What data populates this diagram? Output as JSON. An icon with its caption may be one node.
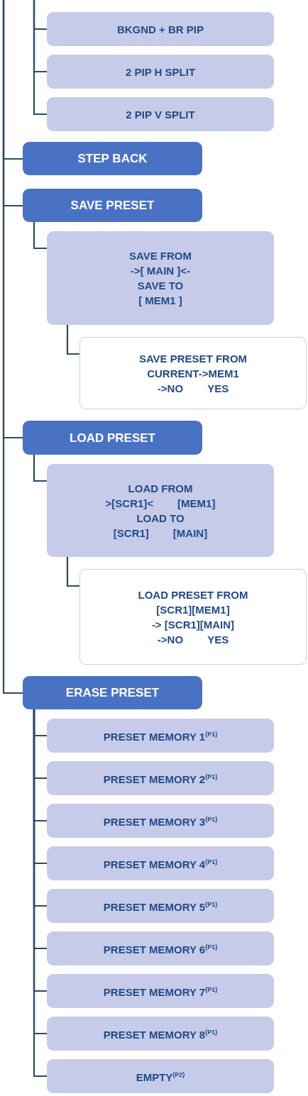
{
  "diagram": {
    "nodes": [
      {
        "text": [
          "BKGND + BR PIP"
        ]
      },
      {
        "text": [
          "2 PIP H SPLIT"
        ]
      },
      {
        "text": [
          "2 PIP V SPLIT"
        ]
      },
      {
        "text": [
          "STEP BACK"
        ]
      },
      {
        "text": [
          "SAVE PRESET"
        ]
      },
      {
        "text": [
          "SAVE FROM",
          "->[ MAIN ]<-",
          "SAVE TO",
          "[ MEM1 ]"
        ]
      },
      {
        "text": [
          "SAVE PRESET FROM",
          "CURRENT->MEM1",
          "->NO",
          "YES"
        ]
      },
      {
        "text": [
          "LOAD PRESET"
        ]
      },
      {
        "text": [
          "LOAD FROM",
          ">[SCR1]<",
          "[MEM1]",
          "LOAD TO",
          "[SCR1]",
          "[MAIN]"
        ]
      },
      {
        "text": [
          "LOAD PRESET FROM",
          "[SCR1][MEM1]",
          "-> [SCR1][MAIN]",
          "->NO",
          "YES"
        ]
      },
      {
        "text": [
          "ERASE PRESET"
        ]
      },
      {
        "text": [
          "PRESET MEMORY 1$^{(P1)}$"
        ]
      },
      {
        "text": [
          "PRESET MEMORY 2$^{(P1)}$"
        ]
      },
      {
        "text": [
          "PRESET MEMORY 3$^{(P1)}$"
        ]
      },
      {
        "text": [
          "PRESET MEMORY 4$^{(P1)}$"
        ]
      },
      {
        "text": [
          "PRESET MEMORY 5$^{(P1)}$"
        ]
      },
      {
        "text": [
          "PRESET MEMORY 6$^{(P1)}$"
        ]
      },
      {
        "text": [
          "PRESET MEMORY 7$^{(P1)}$"
        ]
      },
      {
        "text": [
          "PRESET MEMORY 8$^{(P1)}$"
        ]
      },
      {
        "text": [
          "EMPTY$^{(P2)}$"
        ]
      }
    ],
    "edges": [
      {
        "from": null,
        "to": 0,
        "arrow": "none"
      },
      {
        "from": null,
        "to": 1,
        "arrow": "none"
      },
      {
        "from": null,
        "to": 2,
        "arrow": "none"
      },
      {
        "from": null,
        "to": 3,
        "arrow": "none"
      },
      {
        "from": null,
        "to": 4,
        "arrow": "none"
      },
      {
        "from": 4,
        "to": 5,
        "arrow": "none"
      },
      {
        "from": 5,
        "to": 6,
        "arrow": "none"
      },
      {
        "from": null,
        "to": 7,
        "arrow": "none"
      },
      {
        "from": 7,
        "to": 8,
        "arrow": "none"
      },
      {
        "from": 8,
        "to": 9,
        "arrow": "none"
      },
      {
        "from": null,
        "to": 10,
        "arrow": "none"
      },
      {
        "from": 10,
        "to": 11,
        "arrow": "none"
      },
      {
        "from": 10,
        "to": 12,
        "arrow": "none"
      },
      {
        "from": 10,
        "to": 13,
        "arrow": "none"
      },
      {
        "from": 10,
        "to": 14,
        "arrow": "none"
      },
      {
        "from": 10,
        "to": 15,
        "arrow": "none"
      },
      {
        "from": 10,
        "to": 16,
        "arrow": "none"
      },
      {
        "from": 10,
        "to": 17,
        "arrow": "none"
      },
      {
        "from": 10,
        "to": 18,
        "arrow": "none"
      },
      {
        "from": 10,
        "to": 19,
        "arrow": "none"
      }
    ]
  }
}
